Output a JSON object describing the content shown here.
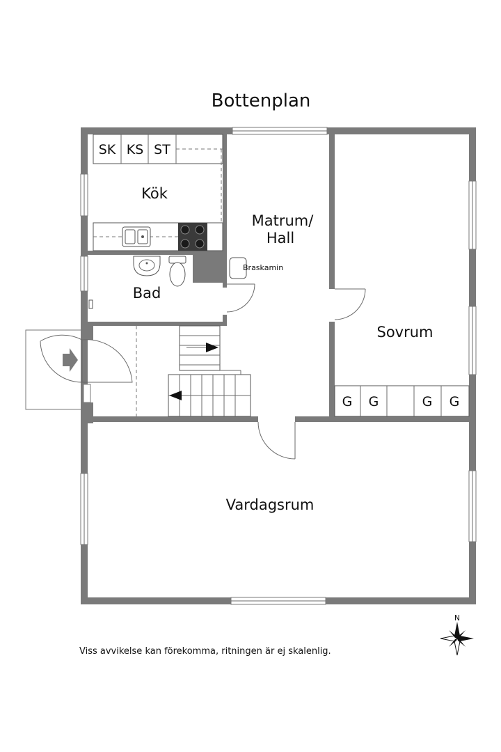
{
  "title": "Bottenplan",
  "rooms": {
    "kok": "Kök",
    "matrum_line1": "Matrum/",
    "matrum_line2": "Hall",
    "bad": "Bad",
    "sovrum": "Sovrum",
    "vardagsrum": "Vardagsrum"
  },
  "appliances": {
    "sk": "SK",
    "ks": "KS",
    "st": "ST"
  },
  "braskamin": "Braskamin",
  "wardrobes": [
    "G",
    "G",
    "G",
    "G"
  ],
  "disclaimer": "Viss avvikelse kan förekomma, ritningen är ej skalenlig.",
  "compass": {
    "north": "N"
  }
}
